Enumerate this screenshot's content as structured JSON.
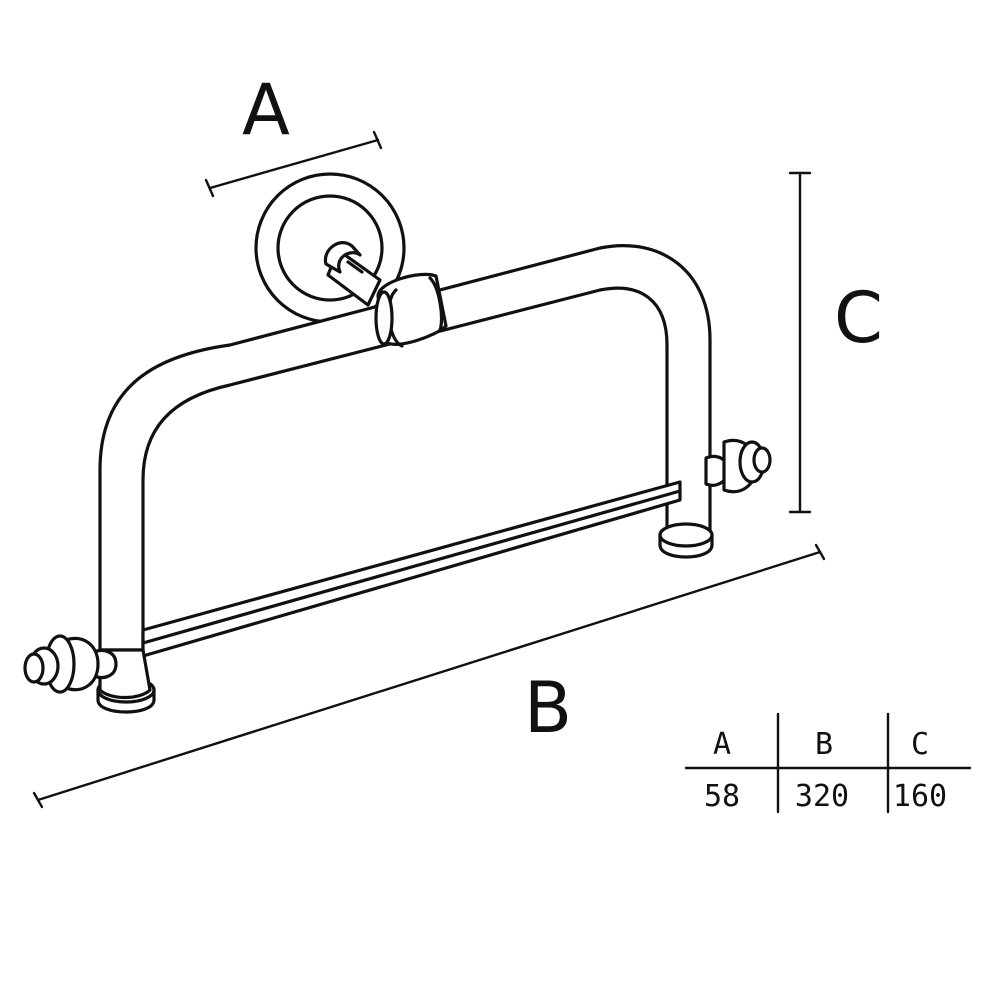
{
  "dimension_labels": {
    "a": "A",
    "b": "B",
    "c": "C"
  },
  "table": {
    "headers": [
      "A",
      "B",
      "C"
    ],
    "values": [
      "58",
      "320",
      "160"
    ]
  },
  "colors": {
    "line": "#111111",
    "background": "#ffffff"
  }
}
